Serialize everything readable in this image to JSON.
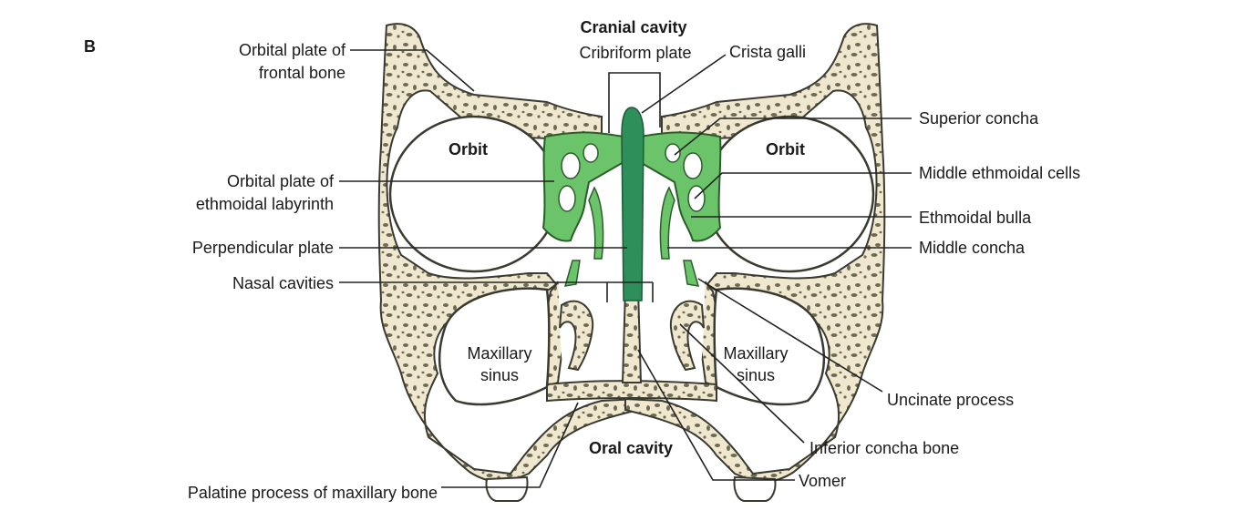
{
  "panel_letter": "B",
  "labels": {
    "cranial_cavity": "Cranial cavity",
    "cribriform_plate": "Cribriform plate",
    "crista_galli": "Crista galli",
    "orbital_plate_frontal_1": "Orbital plate of",
    "orbital_plate_frontal_2": "frontal bone",
    "orbit_left": "Orbit",
    "orbit_right": "Orbit",
    "superior_concha": "Superior concha",
    "middle_ethmoidal_cells": "Middle ethmoidal cells",
    "orbital_plate_ethmoid_1": "Orbital plate of",
    "orbital_plate_ethmoid_2": "ethmoidal labyrinth",
    "ethmoidal_bulla": "Ethmoidal bulla",
    "perpendicular_plate": "Perpendicular plate",
    "middle_concha": "Middle concha",
    "nasal_cavities": "Nasal cavities",
    "maxillary_sinus_left_1": "Maxillary",
    "maxillary_sinus_left_2": "sinus",
    "maxillary_sinus_right_1": "Maxillary",
    "maxillary_sinus_right_2": "sinus",
    "uncinate_process": "Uncinate process",
    "oral_cavity": "Oral cavity",
    "inferior_concha_bone": "Inferior concha bone",
    "palatine_process": "Palatine process of maxillary bone",
    "vomer": "Vomer"
  },
  "colors": {
    "bone_fill": "#efe8cf",
    "bone_outline": "#3a3a30",
    "ethmoid_green": "#6cc46a",
    "ethmoid_dark_green": "#2f8f5a",
    "leader_line": "#222222"
  }
}
